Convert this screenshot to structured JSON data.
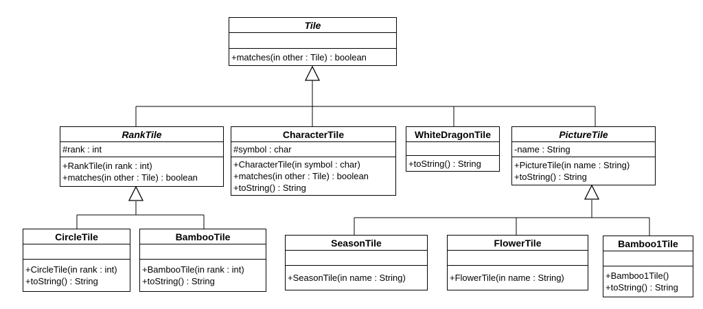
{
  "colors": {
    "background": "#ffffff",
    "box_fill": "#ffffff",
    "line": "#000000",
    "text": "#000000"
  },
  "classes": {
    "tile": {
      "name": "Tile",
      "abstract": true,
      "attributes": [],
      "methods": [
        "+matches(in other : Tile) : boolean"
      ]
    },
    "rank_tile": {
      "name": "RankTile",
      "abstract": true,
      "attributes": [
        "#rank : int"
      ],
      "methods": [
        "+RankTile(in rank : int)",
        "+matches(in other : Tile) : boolean"
      ]
    },
    "character_tile": {
      "name": "CharacterTile",
      "abstract": false,
      "attributes": [
        "#symbol : char"
      ],
      "methods": [
        "+CharacterTile(in symbol : char)",
        "+matches(in other : Tile) : boolean",
        "+toString() : String"
      ]
    },
    "white_dragon_tile": {
      "name": "WhiteDragonTile",
      "abstract": false,
      "attributes": [],
      "methods": [
        "+toString() : String"
      ]
    },
    "picture_tile": {
      "name": "PictureTile",
      "abstract": true,
      "attributes": [
        "-name : String"
      ],
      "methods": [
        "+PictureTile(in name : String)",
        "+toString() : String"
      ]
    },
    "circle_tile": {
      "name": "CircleTile",
      "abstract": false,
      "attributes": [],
      "methods": [
        "+CircleTile(in rank : int)",
        "+toString() : String"
      ]
    },
    "bamboo_tile": {
      "name": "BambooTile",
      "abstract": false,
      "attributes": [],
      "methods": [
        "+BambooTile(in rank : int)",
        "+toString() : String"
      ]
    },
    "season_tile": {
      "name": "SeasonTile",
      "abstract": false,
      "attributes": [],
      "methods": [
        "+SeasonTile(in name : String)"
      ]
    },
    "flower_tile": {
      "name": "FlowerTile",
      "abstract": false,
      "attributes": [],
      "methods": [
        "+FlowerTile(in name : String)"
      ]
    },
    "bamboo1_tile": {
      "name": "Bamboo1Tile",
      "abstract": false,
      "attributes": [],
      "methods": [
        "+Bamboo1Tile()",
        "+toString() : String"
      ]
    }
  },
  "relationships": [
    {
      "type": "generalization",
      "from": "RankTile",
      "to": "Tile"
    },
    {
      "type": "generalization",
      "from": "CharacterTile",
      "to": "Tile"
    },
    {
      "type": "generalization",
      "from": "WhiteDragonTile",
      "to": "Tile"
    },
    {
      "type": "generalization",
      "from": "PictureTile",
      "to": "Tile"
    },
    {
      "type": "generalization",
      "from": "CircleTile",
      "to": "RankTile"
    },
    {
      "type": "generalization",
      "from": "BambooTile",
      "to": "RankTile"
    },
    {
      "type": "generalization",
      "from": "SeasonTile",
      "to": "PictureTile"
    },
    {
      "type": "generalization",
      "from": "FlowerTile",
      "to": "PictureTile"
    },
    {
      "type": "generalization",
      "from": "Bamboo1Tile",
      "to": "PictureTile"
    }
  ]
}
